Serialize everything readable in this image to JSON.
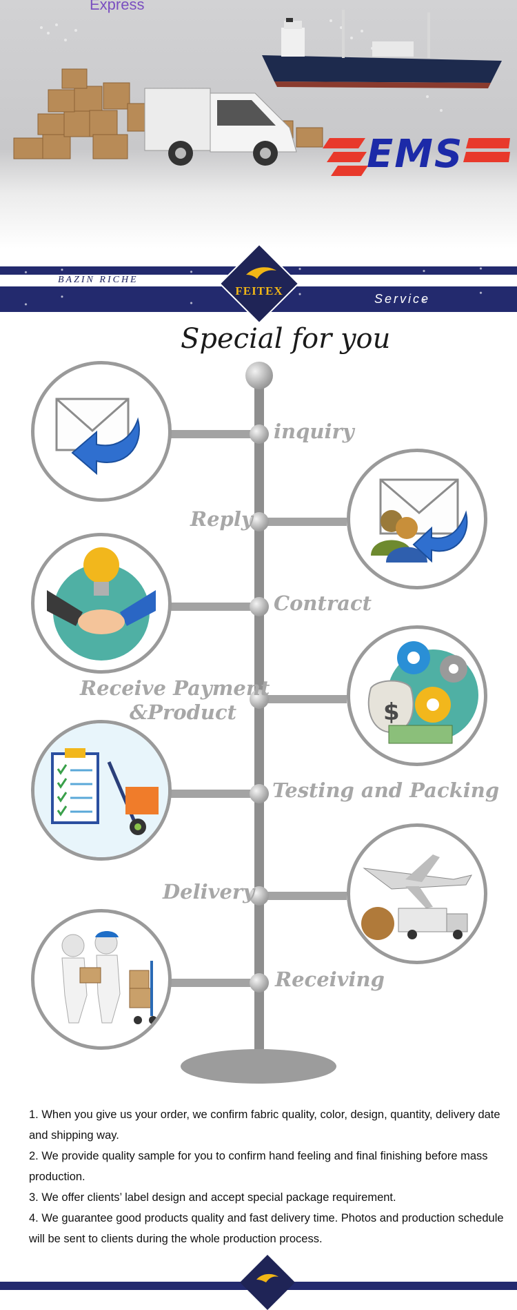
{
  "hero": {
    "express_label": "Express",
    "ems_logo_text": "EMS"
  },
  "banner": {
    "brand_left": "BAZIN RICHE",
    "brand_right": "Service",
    "logo_text": "FEITEX"
  },
  "special": {
    "title": "Special for you"
  },
  "steps": [
    {
      "label": "inquiry",
      "icon": "envelope-reply-icon"
    },
    {
      "label": "Reply",
      "icon": "envelope-users-icon"
    },
    {
      "label": "Contract",
      "icon": "handshake-icon"
    },
    {
      "label_line1": "Receive Payment",
      "label_line2": "&Product",
      "icon": "money-gears-icon"
    },
    {
      "label": "Testing and Packing",
      "icon": "checklist-trolley-icon"
    },
    {
      "label": "Delivery",
      "icon": "plane-truck-icon"
    },
    {
      "label": "Receiving",
      "icon": "courier-handover-icon"
    }
  ],
  "notes": [
    "1.   When you give us your order, we confirm fabric quality, color, design, quantity, delivery  date and shipping way.",
    "2.  We provide quality sample for you to confirm hand feeling and final finishing before mass production.",
    "3.  We offer clients’ label design and accept special package requirement.",
    "4.  We guarantee good products quality and fast delivery time. Photos and production  schedule will be sent to clients during the whole production process."
  ],
  "colors": {
    "navy": "#232a6e",
    "gold": "#f1b616",
    "pole_gray": "#8e8e8e",
    "label_gray": "#a7a7a7",
    "ems_red": "#e8392b",
    "ems_blue": "#1c2aa8"
  }
}
